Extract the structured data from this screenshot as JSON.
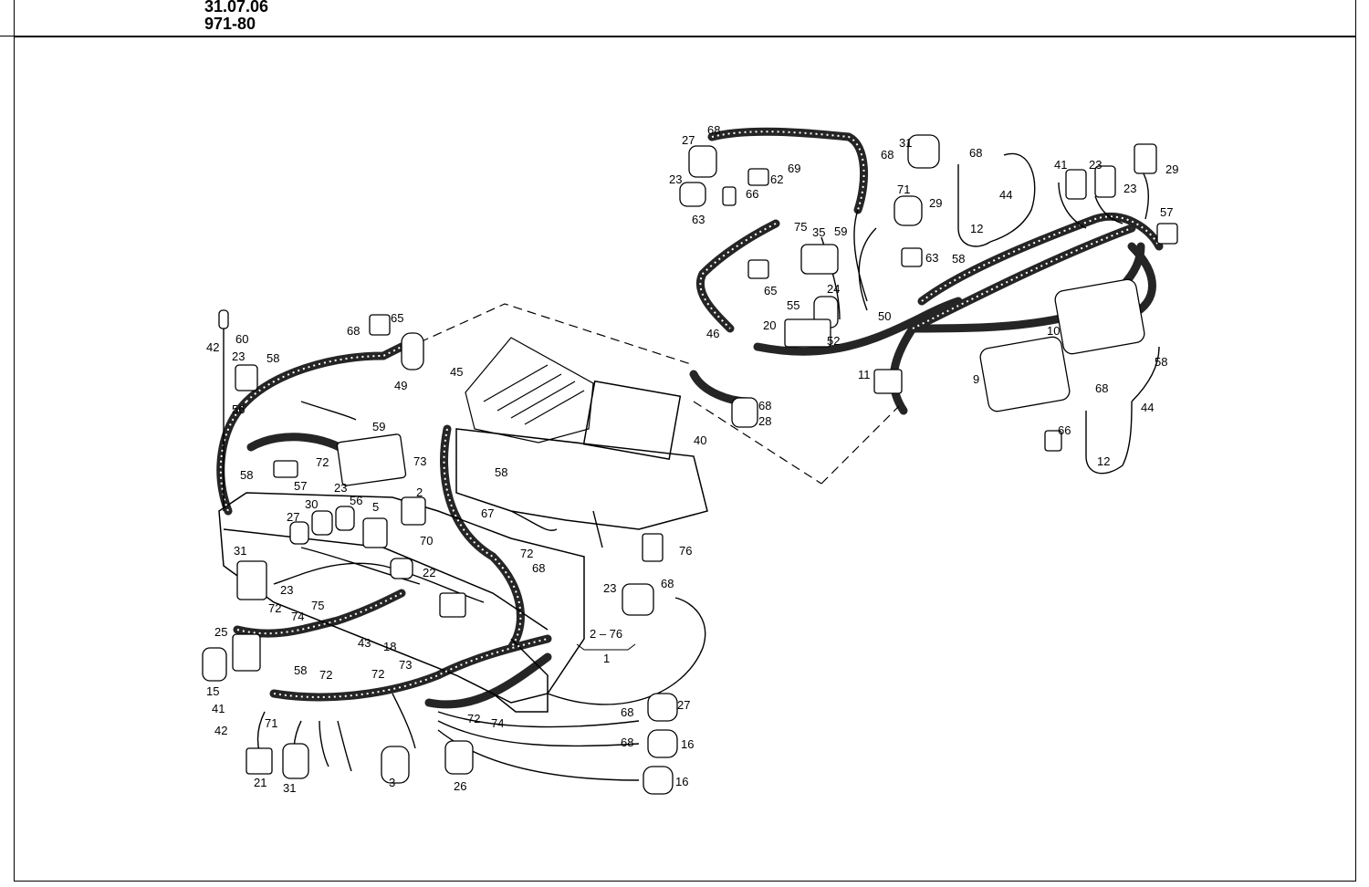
{
  "header": {
    "date": "31.07.06",
    "code": "971-80"
  },
  "diagram": {
    "range_label": "2 – 76",
    "range_sub": "1",
    "callouts_left": [
      "42",
      "60",
      "23",
      "58",
      "68",
      "65",
      "56",
      "49",
      "45",
      "59",
      "72",
      "58",
      "57",
      "23",
      "56",
      "5",
      "2",
      "30",
      "27",
      "31",
      "23",
      "75",
      "70",
      "22",
      "67",
      "72",
      "68",
      "73",
      "58",
      "40",
      "76",
      "72",
      "74",
      "43",
      "18",
      "25",
      "15",
      "41",
      "58",
      "72",
      "72",
      "73",
      "42",
      "71",
      "21",
      "31",
      "3",
      "26",
      "72",
      "74",
      "23",
      "68",
      "27",
      "68",
      "16",
      "68",
      "16"
    ],
    "callouts_right": [
      "68",
      "27",
      "23",
      "62",
      "66",
      "69",
      "68",
      "31",
      "71",
      "68",
      "44",
      "41",
      "23",
      "23",
      "29",
      "29",
      "63",
      "75",
      "35",
      "59",
      "63",
      "57",
      "58",
      "65",
      "55",
      "24",
      "20",
      "52",
      "50",
      "46",
      "11",
      "10",
      "9",
      "68",
      "28",
      "58",
      "68",
      "44",
      "66",
      "12",
      "12"
    ]
  },
  "colors": {
    "line": "#000000",
    "background": "#ffffff"
  }
}
